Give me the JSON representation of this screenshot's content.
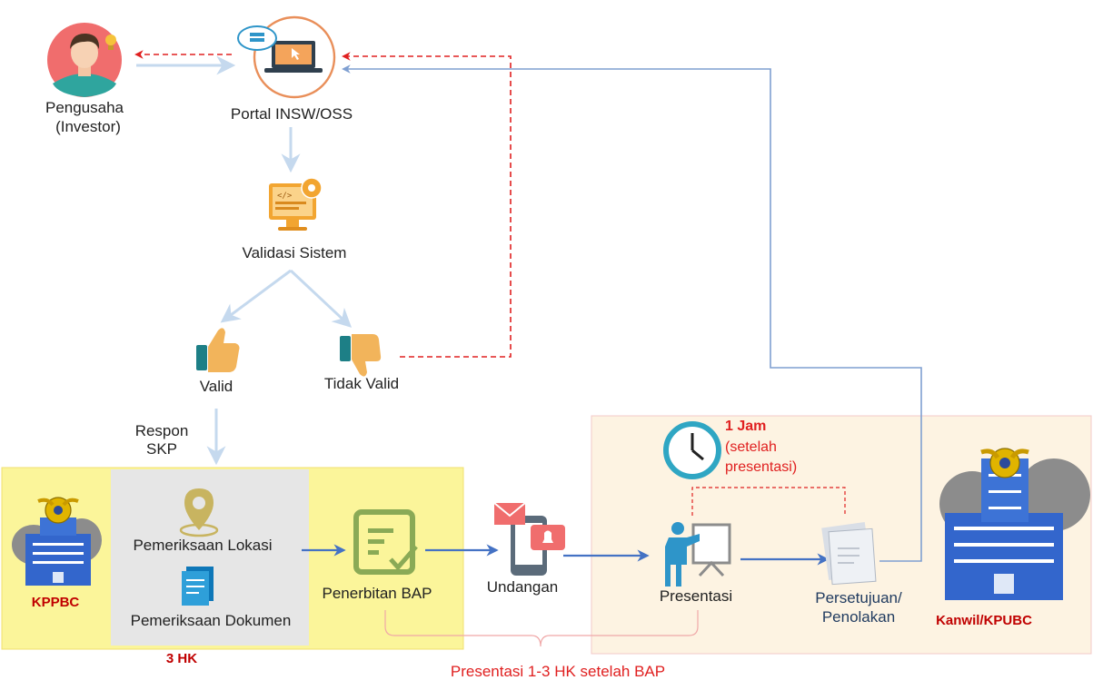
{
  "nodes": {
    "investor_line1": "Pengusaha",
    "investor_line2": "(Investor)",
    "portal": "Portal INSW/OSS",
    "validation": "Validasi Sistem",
    "valid": "Valid",
    "invalid": "Tidak Valid",
    "response_line1": "Respon",
    "response_line2": "SKP",
    "kppbc": "KPPBC",
    "location_check": "Pemeriksaan Lokasi",
    "document_check": "Pemeriksaan Dokumen",
    "three_days": "3 HK",
    "bap": "Penerbitan BAP",
    "invitation": "Undangan",
    "presentation": "Presentasi",
    "approval_line1": "Persetujuan/",
    "approval_line2": "Penolakan",
    "kanwil": "Kanwil/KPUBC",
    "one_hour_line1": "1 Jam",
    "one_hour_line2": "(setelah",
    "one_hour_line3": "presentasi)",
    "timeline_note": "Presentasi 1-3 HK setelah BAP"
  },
  "colors": {
    "flow_blue": "#4472c4",
    "light_blue": "#c5d9ee",
    "feedback_red": "#e02020",
    "label_red": "#c00000",
    "kppbc_panel": "#fbf59a",
    "check_panel": "#e6e6e6",
    "kanwil_panel": "#fdf3e2",
    "icon_teal": "#1d7f86",
    "icon_orange": "#f2a531",
    "icon_green": "#8aaa56"
  }
}
